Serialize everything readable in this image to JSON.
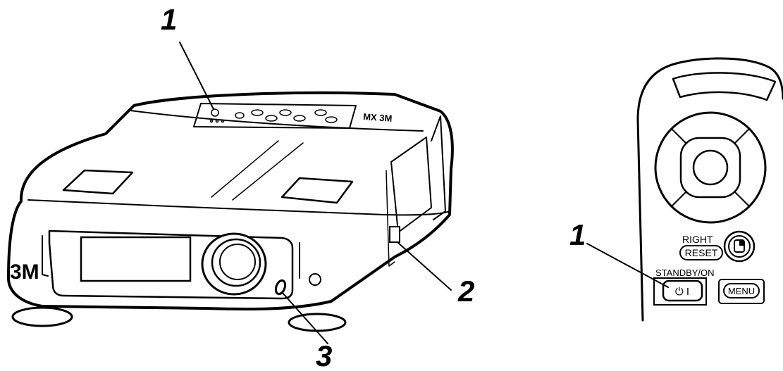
{
  "callouts": {
    "projector_top": "1",
    "projector_side": "2",
    "projector_front": "3",
    "remote": "1"
  },
  "projector": {
    "brand": "3M",
    "model_badge": "MX 3M"
  },
  "remote": {
    "right_label": "RIGHT",
    "reset_label": "RESET",
    "standby_label": "STANDBY/ON",
    "power_symbol": "⏻ I",
    "menu_label": "MENU"
  }
}
